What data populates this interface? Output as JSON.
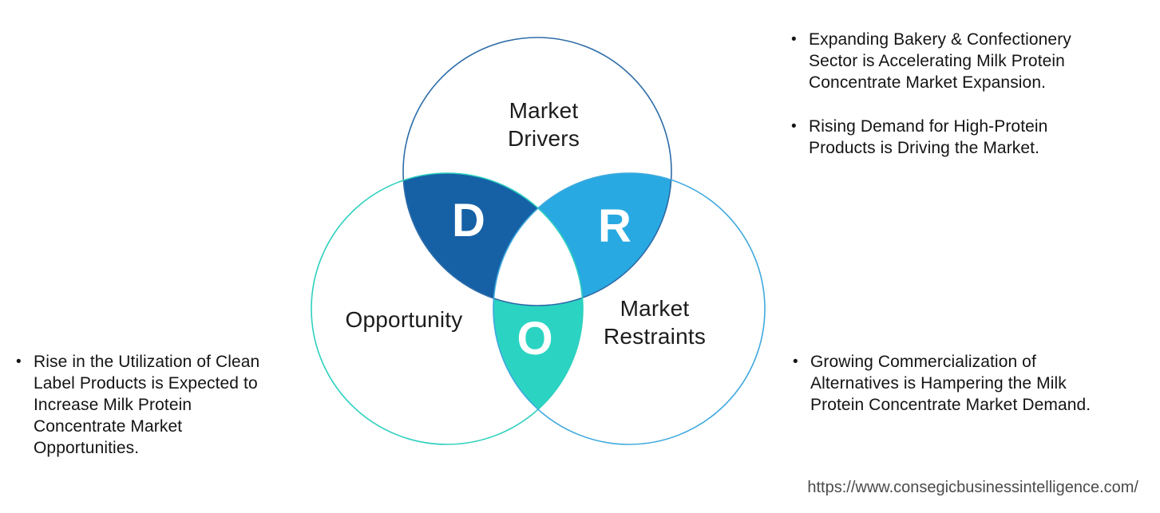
{
  "bullet_char": "•",
  "venn": {
    "drivers": {
      "label": "Market\nDrivers",
      "letter": "D",
      "fill": "#1660A6",
      "outline": "#2D6CA8"
    },
    "opportunity": {
      "label": "Opportunity",
      "letter": "O",
      "fill": "#2BD4C2",
      "outline": "#2ED0BE"
    },
    "restraints": {
      "label": "Market\nRestraints",
      "letter": "R",
      "fill": "#29A9E1",
      "outline": "#3FA9DE"
    }
  },
  "insights": {
    "top_right": {
      "items": [
        {
          "text": "Expanding Bakery & Confectionery\nSector is Accelerating Milk Protein\nConcentrate Market Expansion."
        },
        {
          "text": "Rising Demand for High-Protein\nProducts is Driving the Market."
        }
      ]
    },
    "bottom_left": {
      "items": [
        {
          "text": "Rise in the Utilization of Clean\nLabel Products is Expected to\nIncrease Milk Protein\nConcentrate Market\nOpportunities."
        }
      ]
    },
    "bottom_right": {
      "items": [
        {
          "text": "Growing Commercialization of\nAlternatives is Hampering the Milk\nProtein Concentrate Market Demand."
        }
      ]
    }
  },
  "footer": {
    "source_url": "https://www.consegicbusinessintelligence.com/"
  }
}
